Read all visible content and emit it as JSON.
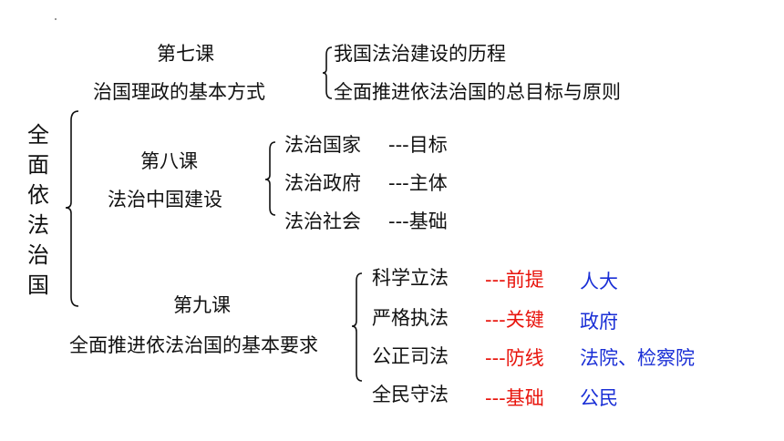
{
  "root": "全面依法治国",
  "lesson7": {
    "title": "第七课",
    "subtitle": "治国理政的基本方式",
    "items": [
      "我国法治建设的历程",
      "全面推进依法治国的总目标与原则"
    ]
  },
  "lesson8": {
    "title": "第八课",
    "subtitle": "法治中国建设",
    "items": [
      {
        "name": "法治国家",
        "role": "---目标"
      },
      {
        "name": "法治政府",
        "role": "---主体"
      },
      {
        "name": "法治社会",
        "role": "---基础"
      }
    ]
  },
  "lesson9": {
    "title": "第九课",
    "subtitle": "全面推进依法治国的基本要求",
    "items": [
      {
        "name": "科学立法",
        "role": "---前提",
        "subject": "人大"
      },
      {
        "name": "严格执法",
        "role": "---关键",
        "subject": "政府"
      },
      {
        "name": "公正司法",
        "role": "---防线",
        "subject": "法院、检察院"
      },
      {
        "name": "全民守法",
        "role": "---基础",
        "subject": "公民"
      }
    ]
  },
  "colors": {
    "text": "#111111",
    "role_red": "#e8140c",
    "subject_blue": "#1a2fd6"
  }
}
